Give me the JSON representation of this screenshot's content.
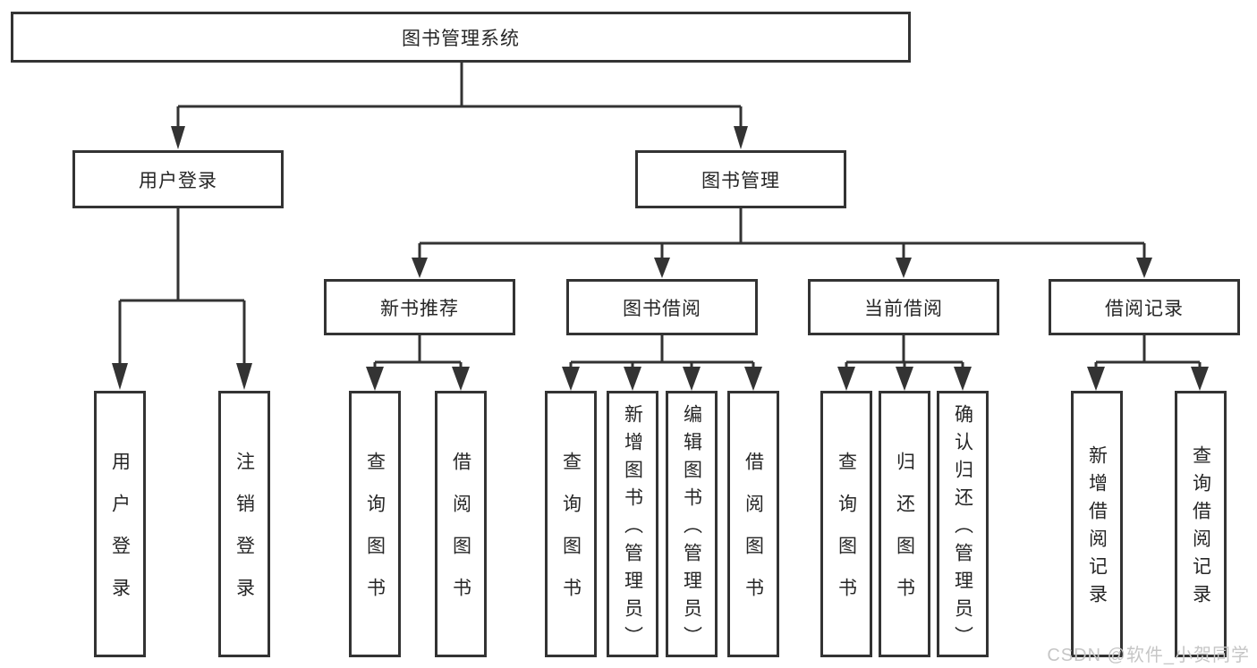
{
  "tree": {
    "root": "图书管理系统",
    "branches": [
      {
        "label": "用户登录",
        "children": [
          "用户登录",
          "注销登录"
        ]
      },
      {
        "label": "图书管理",
        "children": [
          {
            "label": "新书推荐",
            "children": [
              "查询图书",
              "借阅图书"
            ]
          },
          {
            "label": "图书借阅",
            "children": [
              "查询图书",
              "新增图书（管理员）",
              "编辑图书（管理员）",
              "借阅图书"
            ]
          },
          {
            "label": "当前借阅",
            "children": [
              "查询图书",
              "归还图书",
              "确认归还（管理员）"
            ]
          },
          {
            "label": "借阅记录",
            "children": [
              "新增借阅记录",
              "查询借阅记录"
            ]
          }
        ]
      }
    ]
  },
  "watermark": {
    "text": "CSDN @软件_小贺同学"
  },
  "colors": {
    "line": "#333333",
    "border": "#333333",
    "text": "#262626",
    "watermark": "#c6c6c6",
    "background": "#ffffff"
  }
}
